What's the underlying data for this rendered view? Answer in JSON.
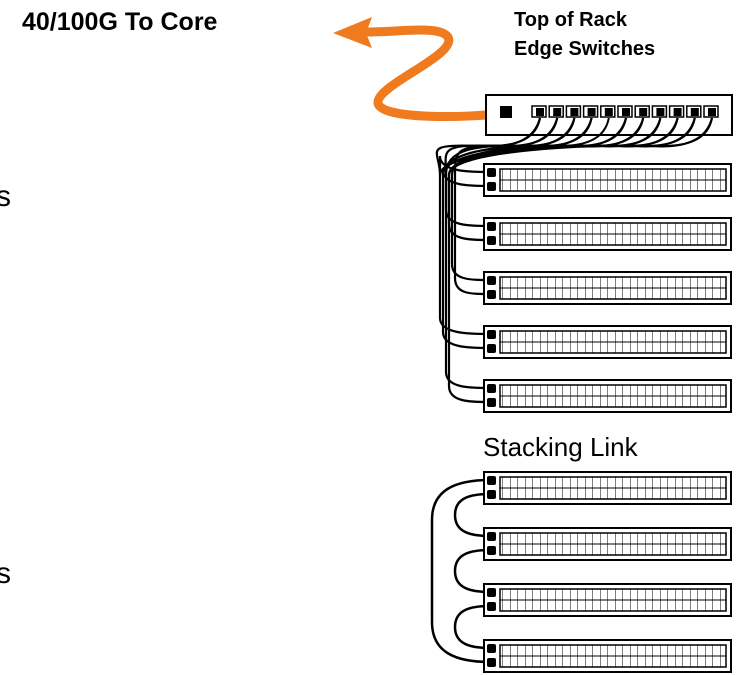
{
  "labels": {
    "core_uplink": "40/100G To Core",
    "tor_line1": "Top of Rack",
    "tor_line2": "Edge Switches",
    "stacking": "Stacking Link",
    "edge_fragment_1": "s",
    "edge_fragment_2": "s"
  },
  "colors": {
    "uplink_cable": "#f07a1e",
    "device_outline": "#000000",
    "cable": "#000000"
  },
  "tor_group": {
    "aggregation_switch_ports": 11,
    "access_switch_count": 5
  },
  "stack_group": {
    "switch_count": 4
  },
  "icons": [
    "uplink-arrow-icon",
    "rj45-port-icon"
  ]
}
